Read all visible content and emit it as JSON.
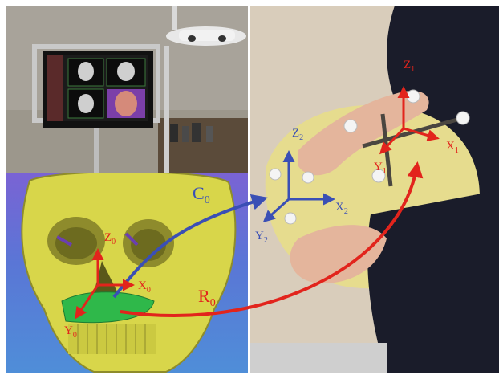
{
  "panels": {
    "monitor_photo": {
      "description_icon": "monitor-on-stand-icon"
    },
    "skull_render": {
      "description_icon": "3d-skull-icon"
    },
    "hands_photo": {
      "description_icon": "hands-holding-skull-icon"
    }
  },
  "labels": {
    "c0": {
      "main": "C",
      "sub": "0"
    },
    "r0": {
      "main": "R",
      "sub": "0"
    },
    "z1": {
      "main": "Z",
      "sub": "1"
    },
    "x1": {
      "main": "X",
      "sub": "1"
    },
    "y1": {
      "main": "Y",
      "sub": "1"
    },
    "z2": {
      "main": "Z",
      "sub": "2"
    },
    "x2": {
      "main": "X",
      "sub": "2"
    },
    "y2": {
      "main": "Y",
      "sub": "2"
    },
    "z0": {
      "main": "Z",
      "sub": "0"
    },
    "x0": {
      "main": "X",
      "sub": "0"
    },
    "y0": {
      "main": "Y",
      "sub": "0"
    }
  },
  "colors": {
    "blue_arrow": "#3a4fb5",
    "red_arrow": "#e2241c",
    "skull_yellow": "#d8d64a",
    "implant_green": "#2fb84a"
  }
}
